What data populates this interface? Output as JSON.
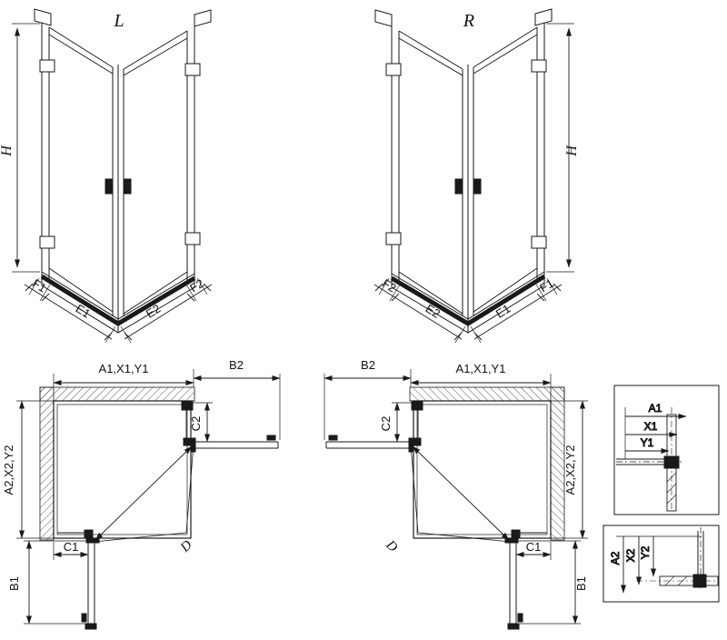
{
  "diagram": {
    "background": "#ffffff",
    "line_color": "#1a1a1a"
  },
  "front_views": {
    "left": {
      "variant_label": "L",
      "height_label": "H",
      "base_dims": {
        "f1": "F1",
        "e1": "E1",
        "e2": "E2",
        "f2": "F2"
      }
    },
    "right": {
      "variant_label": "R",
      "height_label": "H",
      "base_dims": {
        "f2": "F2",
        "e2": "E2",
        "e1": "E1",
        "f1": "F1"
      }
    }
  },
  "plan_views": {
    "left": {
      "top_width_label": "A1,X1,Y1",
      "door_b2_label": "B2",
      "return_c2_label": "C2",
      "side_depth_label": "A2,X2,Y2",
      "return_c1_label": "C1",
      "door_b1_label": "B1",
      "diagonal_label": "D"
    },
    "right": {
      "top_width_label": "A1,X1,Y1",
      "door_b2_label": "B2",
      "return_c2_label": "C2",
      "side_depth_label": "A2,X2,Y2",
      "return_c1_label": "C1",
      "door_b1_label": "B1",
      "diagonal_label": "D"
    }
  },
  "detail_views": {
    "top": {
      "dim_a": "A1",
      "dim_x": "X1",
      "dim_y": "Y1"
    },
    "bottom": {
      "dim_a": "A2",
      "dim_x": "X2",
      "dim_y": "Y2"
    }
  }
}
